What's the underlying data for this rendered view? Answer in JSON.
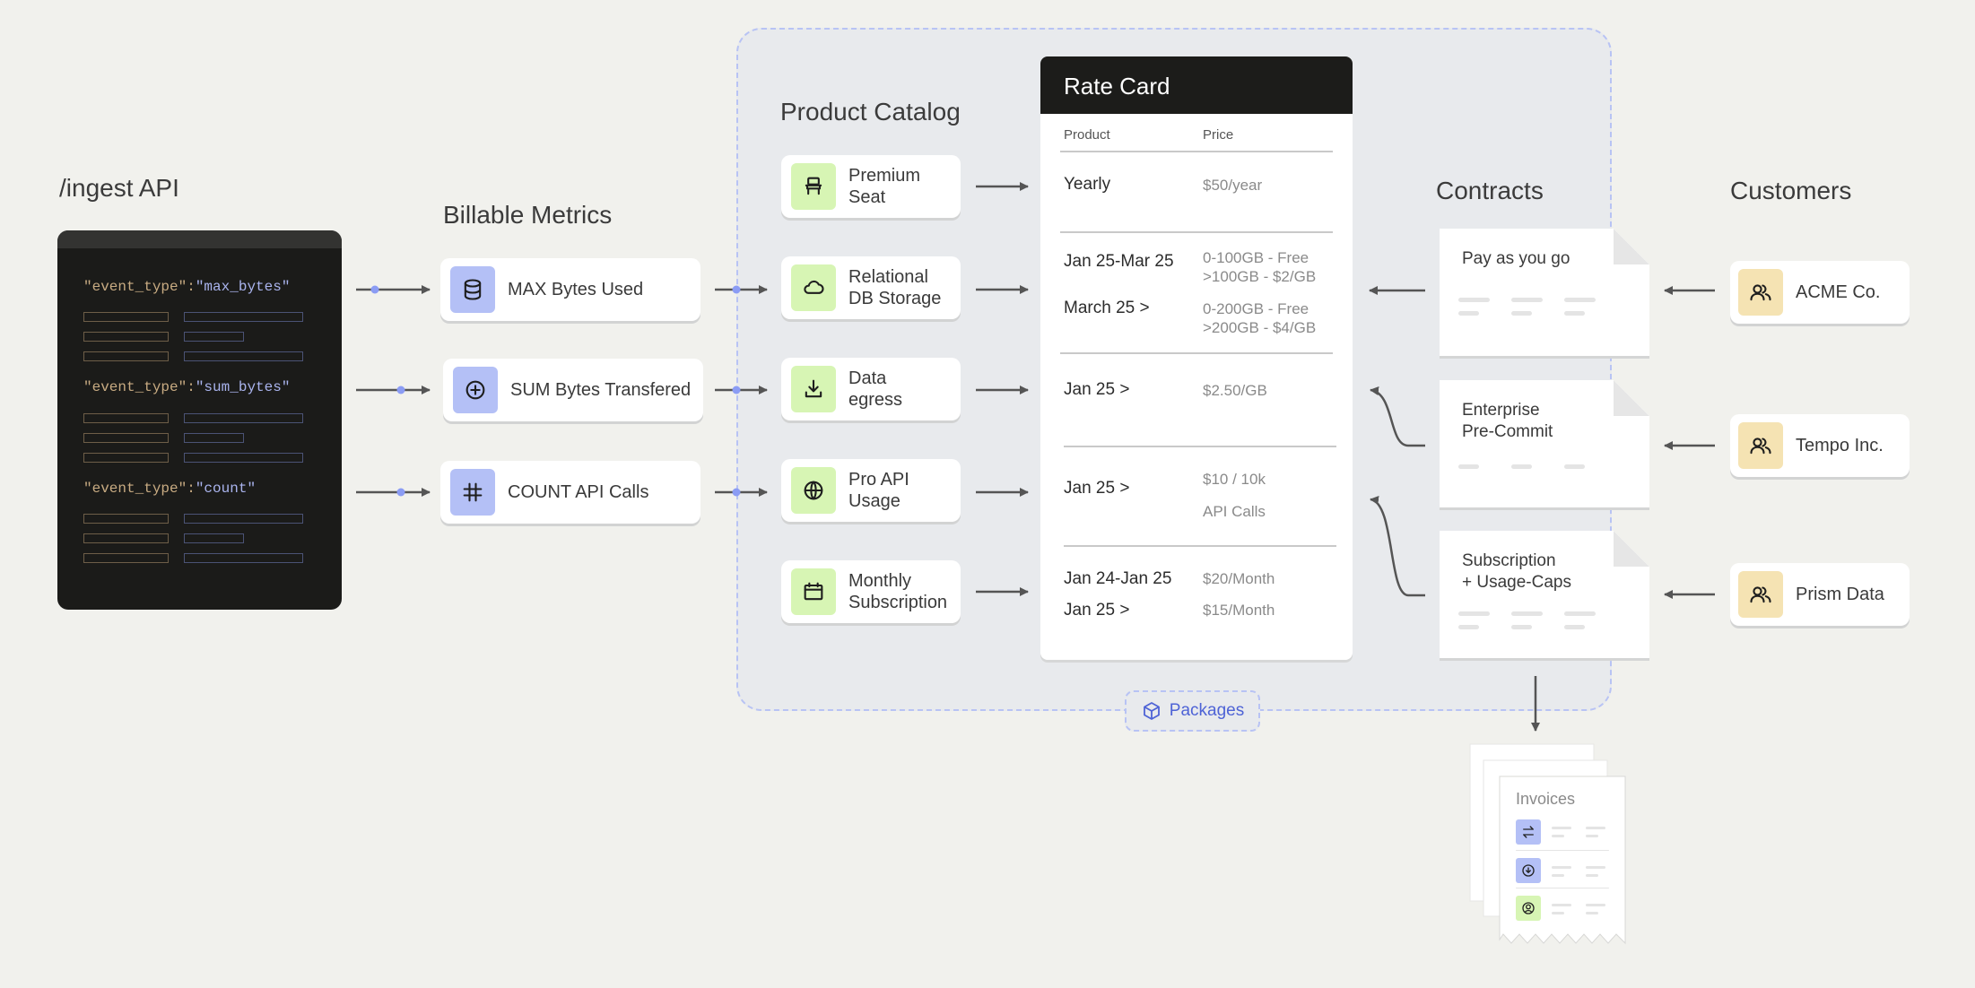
{
  "ingest": {
    "title": "/ingest API",
    "events": [
      {
        "key": "\"event_type\":",
        "value": "\"max_bytes\""
      },
      {
        "key": "\"event_type\":",
        "value": "\"sum_bytes\""
      },
      {
        "key": "\"event_type\":",
        "value": "\"count\""
      }
    ]
  },
  "metrics": {
    "title": "Billable Metrics",
    "items": [
      {
        "label": "MAX Bytes Used",
        "icon": "database-icon"
      },
      {
        "label": "SUM Bytes Transfered",
        "icon": "plus-circle-icon"
      },
      {
        "label": "COUNT API Calls",
        "icon": "hash-icon"
      }
    ]
  },
  "catalog": {
    "title": "Product Catalog",
    "items": [
      {
        "lines": [
          "Premium",
          "Seat"
        ],
        "icon": "seat-icon"
      },
      {
        "lines": [
          "Relational",
          "DB Storage"
        ],
        "icon": "cloud-icon"
      },
      {
        "lines": [
          "Data",
          "egress"
        ],
        "icon": "download-icon"
      },
      {
        "lines": [
          "Pro API",
          "Usage"
        ],
        "icon": "globe-icon"
      },
      {
        "lines": [
          "Monthly",
          "Subscription"
        ],
        "icon": "calendar-icon"
      }
    ]
  },
  "rate_card": {
    "title": "Rate Card",
    "col_product": "Product",
    "col_price": "Price",
    "rows": [
      {
        "period": "Yearly",
        "price": [
          "$50/year"
        ]
      },
      {
        "period": "Jan 25-Mar 25",
        "price": [
          "0-100GB - Free",
          ">100GB - $2/GB"
        ]
      },
      {
        "period": "March 25 >",
        "price": [
          "0-200GB - Free",
          ">200GB - $4/GB"
        ]
      },
      {
        "period": "Jan 25 >",
        "price": [
          "$2.50/GB"
        ]
      },
      {
        "period": "Jan 25 >",
        "price": [
          "$10 / 10k",
          "API Calls"
        ]
      },
      {
        "period": "Jan 24-Jan 25",
        "price": [
          "$20/Month"
        ]
      },
      {
        "period": "Jan 25 >",
        "price": [
          "$15/Month"
        ]
      }
    ]
  },
  "packages": {
    "label": "Packages",
    "icon": "package-icon"
  },
  "contracts": {
    "title": "Contracts",
    "items": [
      {
        "lines": [
          "Pay as you go"
        ]
      },
      {
        "lines": [
          "Enterprise",
          "Pre-Commit"
        ]
      },
      {
        "lines": [
          "Subscription",
          "+ Usage-Caps"
        ]
      }
    ]
  },
  "customers": {
    "title": "Customers",
    "items": [
      {
        "label": "ACME Co.",
        "icon": "users-icon"
      },
      {
        "label": "Tempo Inc.",
        "icon": "users-icon"
      },
      {
        "label": "Prism Data",
        "icon": "users-icon"
      }
    ]
  },
  "invoices": {
    "title": "Invoices",
    "icons": [
      "transfer-icon",
      "download-circle-icon",
      "user-circle-icon"
    ]
  },
  "colors": {
    "background": "#f1f1ed",
    "package_bg": "#e8eaed",
    "accent_blue": "#b4c0f6",
    "accent_green": "#d7f5b4",
    "accent_yellow": "#f5e3b3",
    "dot": "#8b9cf4",
    "package_text": "#4e63d6"
  }
}
